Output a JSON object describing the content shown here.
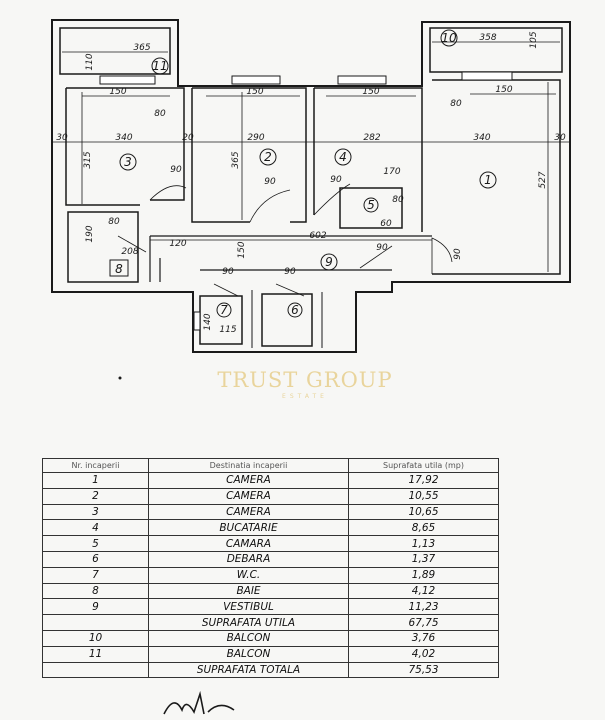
{
  "plan": {
    "room_numbers": [
      "1",
      "2",
      "3",
      "4",
      "5",
      "6",
      "7",
      "8",
      "9",
      "10",
      "11"
    ],
    "dimensions": {
      "balcony_11_width": "365",
      "balcony_11_depth": "110",
      "balcony_10_width": "358",
      "balcony_10_depth": "105",
      "window_3": "150",
      "window_2": "150",
      "window_4": "150",
      "window_1": "150",
      "sill_11": "80",
      "sill_1": "80",
      "wall_left": "30",
      "wall_right": "30",
      "width_3": "340",
      "width_2": "290",
      "width_4": "282",
      "width_1": "340",
      "gap_23": "20",
      "depth_3": "315",
      "depth_2": "365",
      "depth_1": "527",
      "door_3": "90",
      "door_2": "90",
      "door_4": "90",
      "width_5": "170",
      "side_5": "80",
      "door_5": "60",
      "depth_8": "190",
      "side_8": "80",
      "width_8": "208",
      "hall_120": "120",
      "hall_width": "602",
      "hall_depth": "150",
      "door_6": "90",
      "door_9": "90",
      "door_7": "90",
      "door_w": "90",
      "side_7": "140",
      "width_7": "115"
    }
  },
  "watermark": {
    "title": "TRUST GROUP",
    "subtitle": "ESTATE"
  },
  "table": {
    "headers": [
      "Nr. incaperii",
      "Destinatia incaperii",
      "Suprafata utila (mp)"
    ],
    "rows": [
      {
        "nr": "1",
        "name": "CAMERA",
        "area": "17,92"
      },
      {
        "nr": "2",
        "name": "CAMERA",
        "area": "10,55"
      },
      {
        "nr": "3",
        "name": "CAMERA",
        "area": "10,65"
      },
      {
        "nr": "4",
        "name": "BUCATARIE",
        "area": "8,65"
      },
      {
        "nr": "5",
        "name": "CAMARA",
        "area": "1,13"
      },
      {
        "nr": "6",
        "name": "DEBARA",
        "area": "1,37"
      },
      {
        "nr": "7",
        "name": "W.C.",
        "area": "1,89"
      },
      {
        "nr": "8",
        "name": "BAIE",
        "area": "4,12"
      },
      {
        "nr": "9",
        "name": "VESTIBUL",
        "area": "11,23"
      },
      {
        "nr": "",
        "name": "SUPRAFATA UTILA",
        "area": "67,75"
      },
      {
        "nr": "10",
        "name": "BALCON",
        "area": "3,76"
      },
      {
        "nr": "11",
        "name": "BALCON",
        "area": "4,02"
      },
      {
        "nr": "",
        "name": "SUPRAFATA TOTALA",
        "area": "75,53"
      }
    ]
  },
  "colors": {
    "ink": "#1a1a1a",
    "paper": "#f7f7f5",
    "watermark": "#e7cf8d"
  }
}
